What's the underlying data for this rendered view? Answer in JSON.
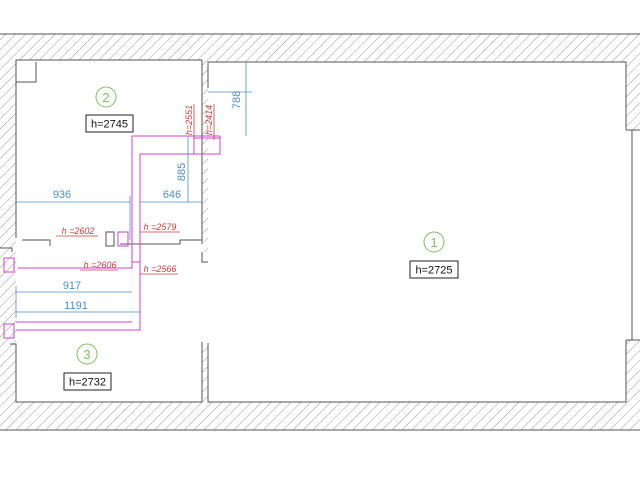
{
  "rooms": [
    {
      "number": "1",
      "height": "h=2725"
    },
    {
      "number": "2",
      "height": "h=2745"
    },
    {
      "number": "3",
      "height": "h=2732"
    }
  ],
  "dimensions": {
    "d936": "936",
    "d646": "646",
    "d917": "917",
    "d1191": "1191",
    "d788": "788",
    "d885": "885"
  },
  "duct_heights": {
    "h2551": "h=2551",
    "h2414": "h=2414",
    "h2602": "h =2602",
    "h2579": "h =2579",
    "h2606": "h =2606",
    "h2566": "h =2566"
  },
  "colors": {
    "dimension": "#4a90c8",
    "duct": "#d63fd0",
    "duct_label": "#d23b3b",
    "room_number": "#7cc35a",
    "wall": "#555555"
  }
}
